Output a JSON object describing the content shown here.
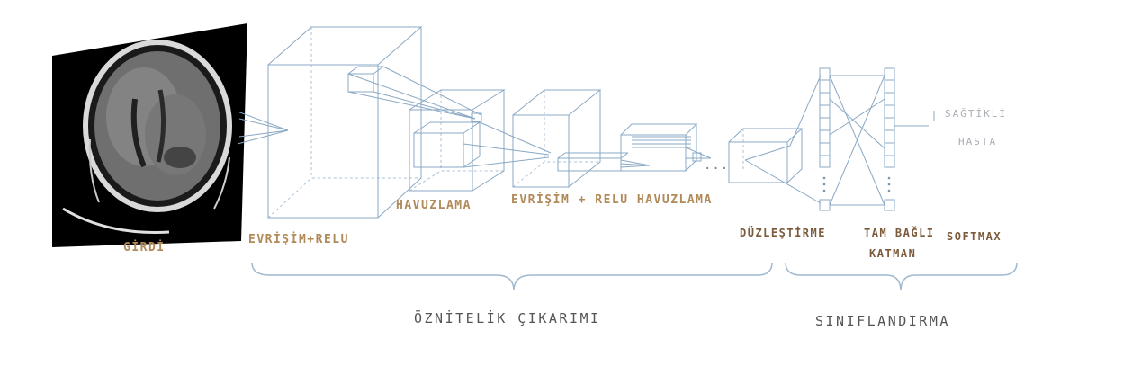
{
  "labels": {
    "input": "GİRDİ",
    "conv1": "EVRİŞİM+RELU",
    "pool1": "HAVUZLAMA",
    "conv_pool2": "EVRİŞİM + RELU HAVUZLAMA",
    "flatten": "DÜZLEŞTİRME",
    "fc_line1": "TAM BAĞLI",
    "fc_line2": "KATMAN",
    "softmax": "SOFTMAX",
    "ellipsis": "...",
    "output_line1": "SAĞTİKLİ",
    "output_line2": "HASTA"
  },
  "sections": {
    "feature_extraction": "ÖZNİTELİK ÇIKARIMI",
    "classification": "SINIFLANDIRMA"
  },
  "colors": {
    "line": "#8aa8c4",
    "brace": "#9fb9cf",
    "label": "#b18a5a",
    "section": "#555555"
  }
}
